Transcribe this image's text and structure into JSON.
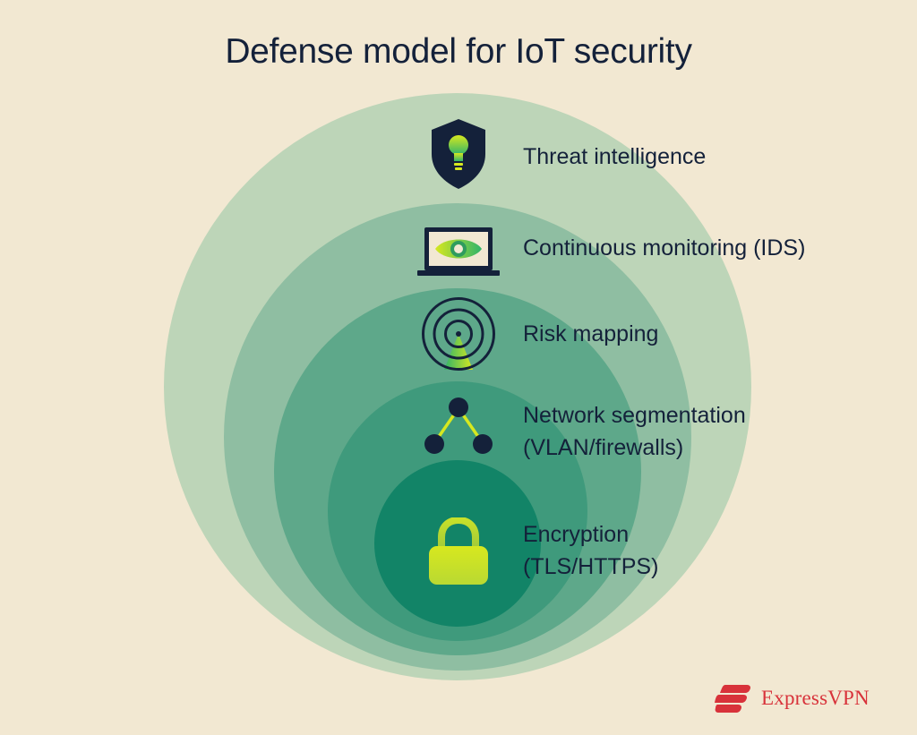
{
  "title": "Defense model for IoT security",
  "layers": [
    {
      "label_lines": [
        "Threat intelligence"
      ],
      "icon": "shield-lightbulb-icon",
      "color": "#bdd5b8"
    },
    {
      "label_lines": [
        "Continuous monitoring (IDS)"
      ],
      "icon": "laptop-eye-icon",
      "color": "#8fbea2"
    },
    {
      "label_lines": [
        "Risk mapping"
      ],
      "icon": "radar-icon",
      "color": "#5ea88a"
    },
    {
      "label_lines": [
        "Network segmentation",
        "(VLAN/firewalls)"
      ],
      "icon": "network-nodes-icon",
      "color": "#3f9a7c"
    },
    {
      "label_lines": [
        "Encryption",
        "(TLS/HTTPS)"
      ],
      "icon": "padlock-icon",
      "color": "#128467"
    }
  ],
  "brand": {
    "name": "ExpressVPN",
    "color": "#d8323a"
  },
  "colors": {
    "background": "#f2e8d2",
    "ink": "#14213a",
    "accent_lime": "#d7e81f",
    "accent_green": "#2fb46a"
  }
}
